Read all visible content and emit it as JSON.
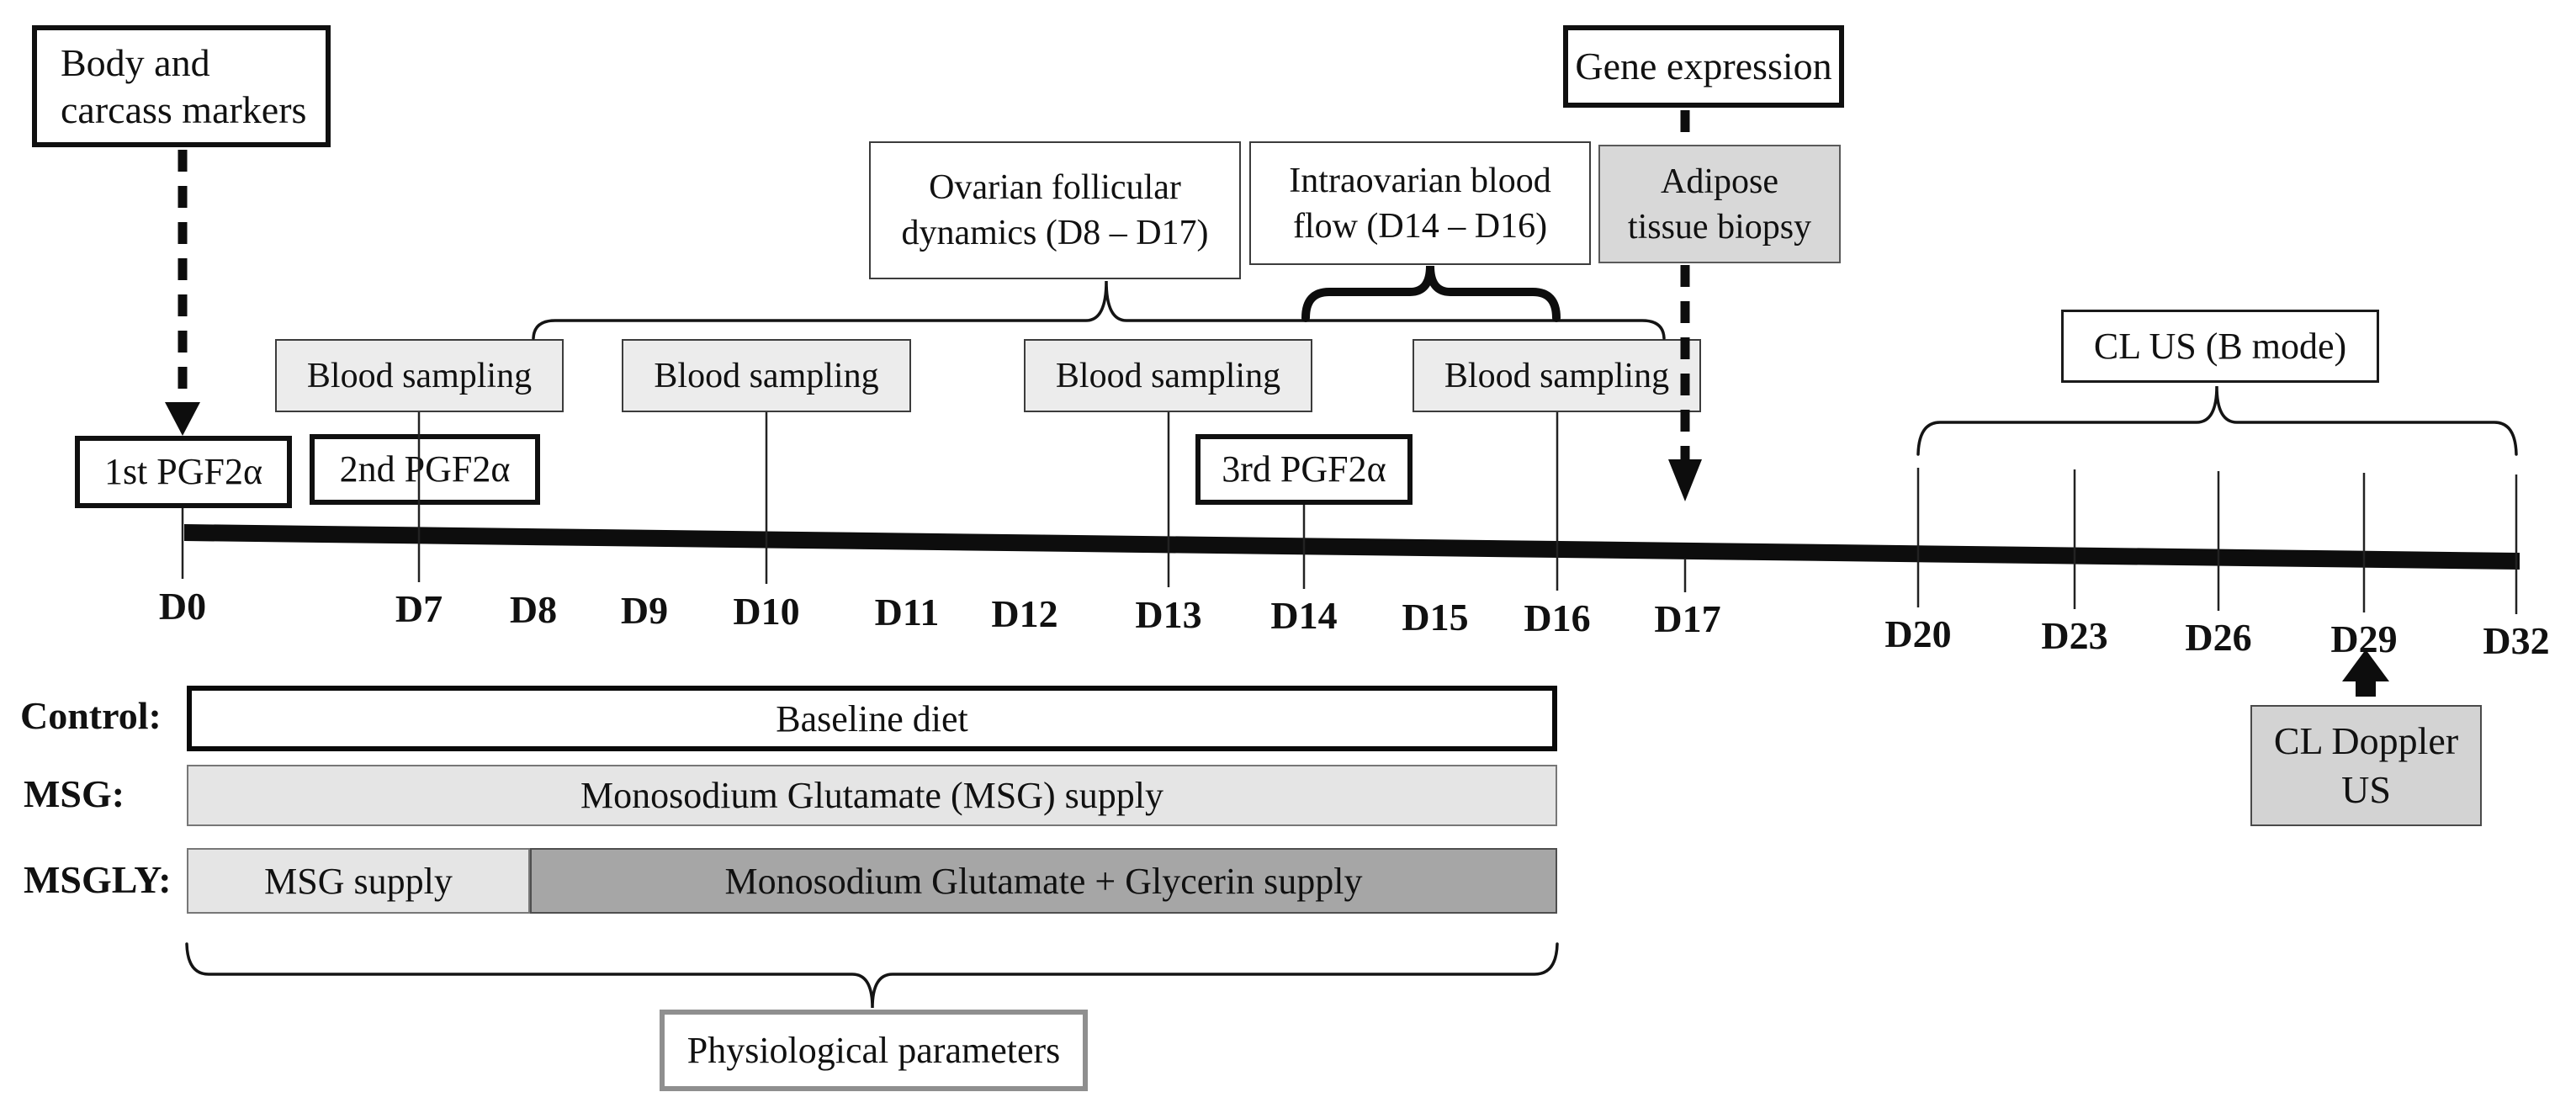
{
  "figure_type": "experimental-design-timeline",
  "markers": {
    "body_carcass": {
      "line1": "Body and",
      "line2": "carcass markers"
    },
    "gene_expression": "Gene expression",
    "ovarian": {
      "line1": "Ovarian follicular",
      "line2": "dynamics (D8 – D17)"
    },
    "intraovarian": {
      "line1": "Intraovarian blood",
      "line2": "flow (D14 – D16)"
    },
    "adipose": {
      "line1": "Adipose",
      "line2": "tissue biopsy"
    },
    "cl_us": "CL US (B mode)",
    "cl_doppler": {
      "line1": "CL Doppler",
      "line2": "US"
    },
    "physiological": "Physiological parameters"
  },
  "injections": [
    "1st PGF2α",
    "2nd PGF2α",
    "3rd PGF2α"
  ],
  "blood_sampling": [
    "Blood sampling",
    "Blood sampling",
    "Blood sampling",
    "Blood sampling"
  ],
  "timeline": {
    "days": [
      "D0",
      "D7",
      "D8",
      "D9",
      "D10",
      "D11",
      "D12",
      "D13",
      "D14",
      "D15",
      "D16",
      "D17",
      "D20",
      "D23",
      "D26",
      "D29",
      "D32"
    ],
    "ranges": {
      "ovarian_dynamics": "D8 – D17",
      "intraovarian_flow": "D14 – D16",
      "cl_us_b_mode": "D20 – D32"
    }
  },
  "diet": {
    "rows": [
      {
        "label": "Control:",
        "segments": [
          {
            "text": "Baseline diet",
            "style": "white"
          }
        ]
      },
      {
        "label": "MSG:",
        "segments": [
          {
            "text": "Monosodium Glutamate (MSG) supply",
            "style": "light"
          }
        ]
      },
      {
        "label": "MSGLY:",
        "segments": [
          {
            "text": "MSG supply",
            "style": "light"
          },
          {
            "text": "Monosodium Glutamate + Glycerin supply",
            "style": "dark"
          }
        ]
      }
    ]
  },
  "colors": {
    "background": "#ffffff",
    "line": "#141414",
    "box_fill_light_gray": "#ececec",
    "box_fill_mid_gray": "#d8d8d8",
    "diet_light_gray": "#e5e5e5",
    "diet_dark_gray": "#a6a6a6"
  }
}
